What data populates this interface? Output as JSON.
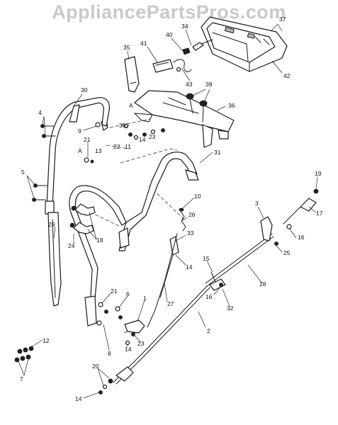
{
  "watermark": "AppliancePartsPros.com",
  "callouts": [
    {
      "id": "c37",
      "text": "37"
    },
    {
      "id": "c34",
      "text": "34"
    },
    {
      "id": "c40",
      "text": "40"
    },
    {
      "id": "c41",
      "text": "41"
    },
    {
      "id": "c35",
      "text": "35"
    },
    {
      "id": "c42",
      "text": "42"
    },
    {
      "id": "c43",
      "text": "43"
    },
    {
      "id": "c39",
      "text": "39"
    },
    {
      "id": "c30",
      "text": "30"
    },
    {
      "id": "c36",
      "text": "36"
    },
    {
      "id": "cA1",
      "text": "A"
    },
    {
      "id": "c4",
      "text": "4"
    },
    {
      "id": "c38",
      "text": "38"
    },
    {
      "id": "c9",
      "text": "9"
    },
    {
      "id": "c23a",
      "text": "23"
    },
    {
      "id": "c14a",
      "text": "14"
    },
    {
      "id": "c11",
      "text": "11"
    },
    {
      "id": "c22",
      "text": "22"
    },
    {
      "id": "c21a",
      "text": "21"
    },
    {
      "id": "cA2",
      "text": "A"
    },
    {
      "id": "c13",
      "text": "13"
    },
    {
      "id": "c31",
      "text": "31"
    },
    {
      "id": "c5",
      "text": "5"
    },
    {
      "id": "c19",
      "text": "19"
    },
    {
      "id": "c10",
      "text": "10"
    },
    {
      "id": "c3",
      "text": "3"
    },
    {
      "id": "c17",
      "text": "17"
    },
    {
      "id": "c26",
      "text": "26"
    },
    {
      "id": "c29",
      "text": "29"
    },
    {
      "id": "c16a",
      "text": "16"
    },
    {
      "id": "c33",
      "text": "33"
    },
    {
      "id": "c18",
      "text": "18"
    },
    {
      "id": "c24",
      "text": "24"
    },
    {
      "id": "c25",
      "text": "25"
    },
    {
      "id": "c14b",
      "text": "14"
    },
    {
      "id": "c15",
      "text": "15"
    },
    {
      "id": "c28",
      "text": "28"
    },
    {
      "id": "c16b",
      "text": "16"
    },
    {
      "id": "c32",
      "text": "32"
    },
    {
      "id": "c21b",
      "text": "21"
    },
    {
      "id": "c6",
      "text": "6"
    },
    {
      "id": "c1",
      "text": "1"
    },
    {
      "id": "c27",
      "text": "27"
    },
    {
      "id": "c2",
      "text": "2"
    },
    {
      "id": "c8",
      "text": "8"
    },
    {
      "id": "c14c",
      "text": "14"
    },
    {
      "id": "c23b",
      "text": "23"
    },
    {
      "id": "c12",
      "text": "12"
    },
    {
      "id": "c7",
      "text": "7"
    },
    {
      "id": "c20",
      "text": "20"
    },
    {
      "id": "c14d",
      "text": "14"
    }
  ]
}
